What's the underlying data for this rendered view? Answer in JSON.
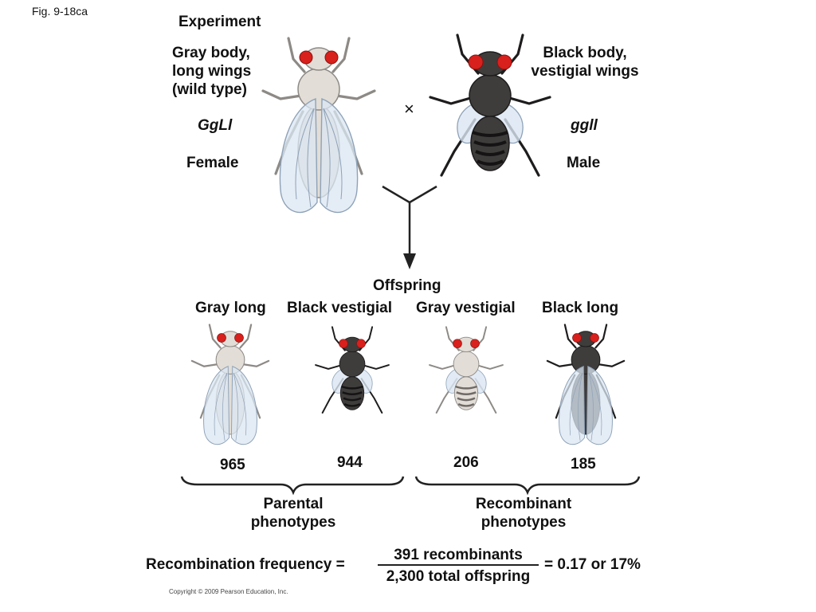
{
  "figure_label": "Fig. 9-18ca",
  "experiment": {
    "heading": "Experiment",
    "female": {
      "line1": "Gray body,",
      "line2": "long wings",
      "line3": "(wild type)",
      "genotype": "GgLl",
      "sex": "Female"
    },
    "cross_symbol": "×",
    "male": {
      "line1": "Black body,",
      "line2": "vestigial wings",
      "genotype": "ggll",
      "sex": "Male"
    }
  },
  "offspring": {
    "heading": "Offspring",
    "items": [
      {
        "label": "Gray long",
        "count": "965",
        "body": "gray",
        "wings": "long"
      },
      {
        "label": "Black vestigial",
        "count": "944",
        "body": "black",
        "wings": "vestigial"
      },
      {
        "label": "Gray vestigial",
        "count": "206",
        "body": "gray",
        "wings": "vestigial"
      },
      {
        "label": "Black long",
        "count": "185",
        "body": "black",
        "wings": "long"
      }
    ]
  },
  "groups": {
    "parental_line1": "Parental",
    "parental_line2": "phenotypes",
    "recombinant_line1": "Recombinant",
    "recombinant_line2": "phenotypes"
  },
  "formula": {
    "lhs": "Recombination frequency =",
    "numerator": "391 recombinants",
    "denominator": "2,300 total offspring",
    "result": "= 0.17 or 17%"
  },
  "copyright": "Copyright © 2009 Pearson Education, Inc.",
  "colors": {
    "gray_body": "#e2ddd6",
    "gray_stroke": "#8d8a86",
    "black_body": "#3f3c3c",
    "black_stroke": "#1e1c1c",
    "eye": "#d8201c",
    "wing_fill": "#dbe6f2",
    "wing_stroke": "#8ea2b8"
  }
}
